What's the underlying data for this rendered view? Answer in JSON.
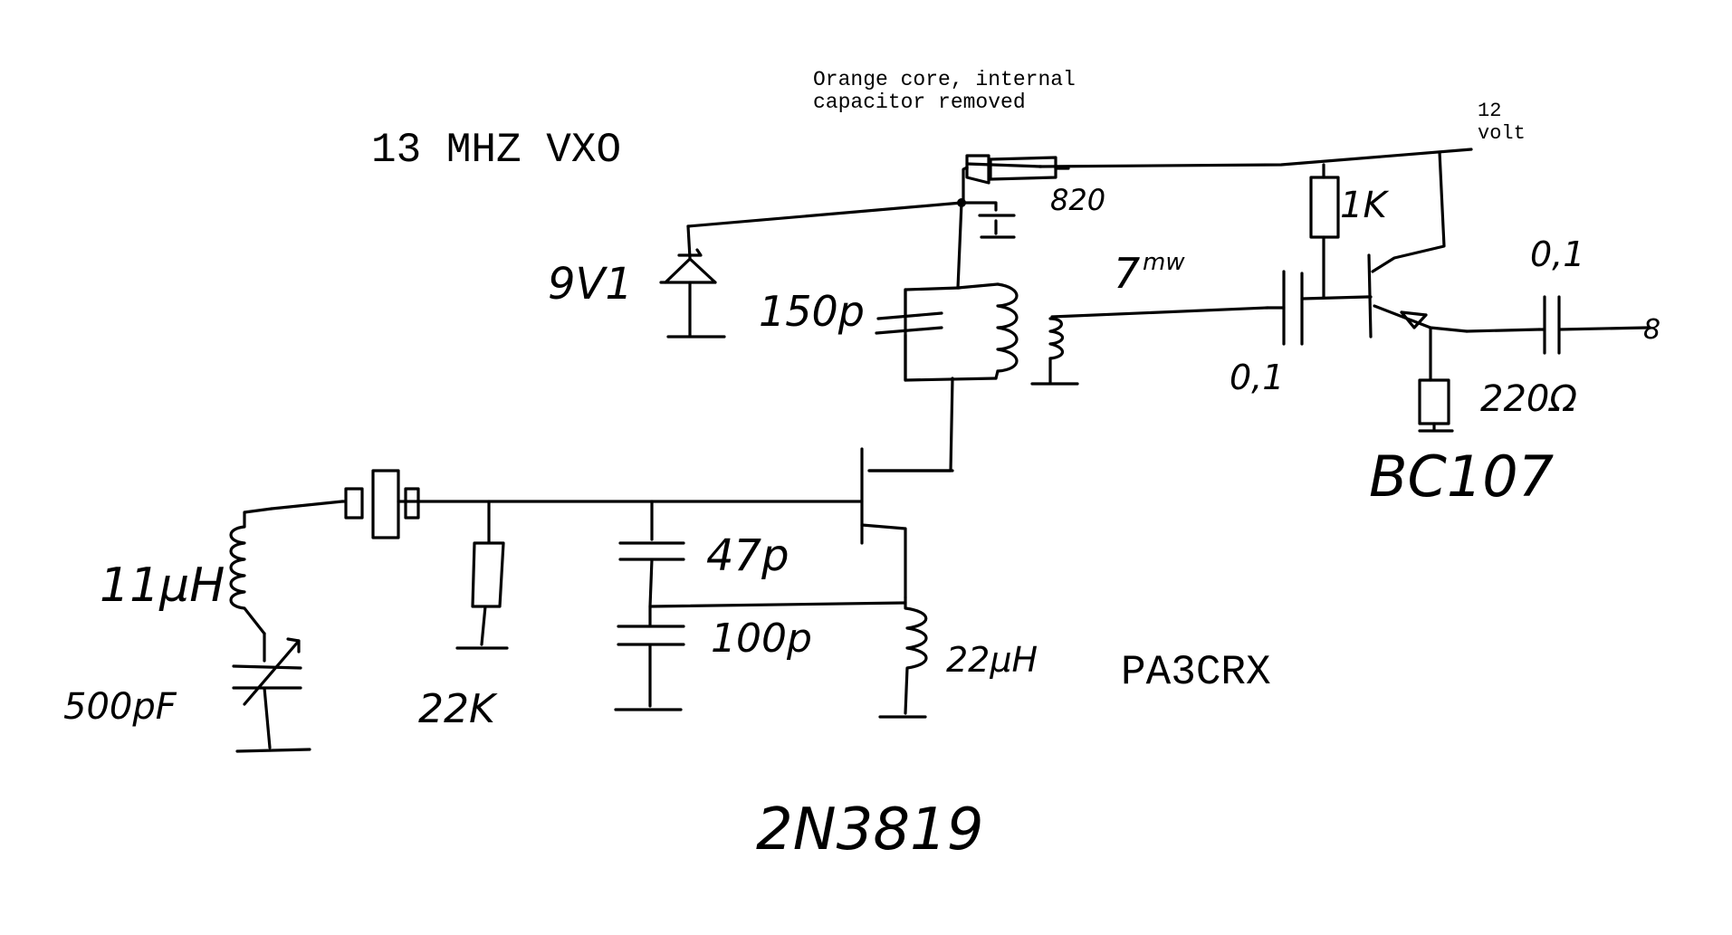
{
  "title": "13 MHZ VXO",
  "note": {
    "line1": "Orange core, internal",
    "line2": "capacitor removed"
  },
  "supply": {
    "line1": "12",
    "line2": "volt"
  },
  "author": "PA3CRX",
  "labels": {
    "r820": "820",
    "zener": "9V1",
    "c150": "150p",
    "power": "7",
    "power_unit": "mw",
    "r1k": "1K",
    "c_out": "0,1",
    "c_couple": "0,1",
    "r220": "220Ω",
    "bjt": "BC107",
    "inductor11": "11μH",
    "c500": "500pF",
    "r22k": "22K",
    "c47": "47p",
    "c100": "100p",
    "inductor22": "22μH",
    "fet": "2N3819",
    "out_pin": "8"
  }
}
